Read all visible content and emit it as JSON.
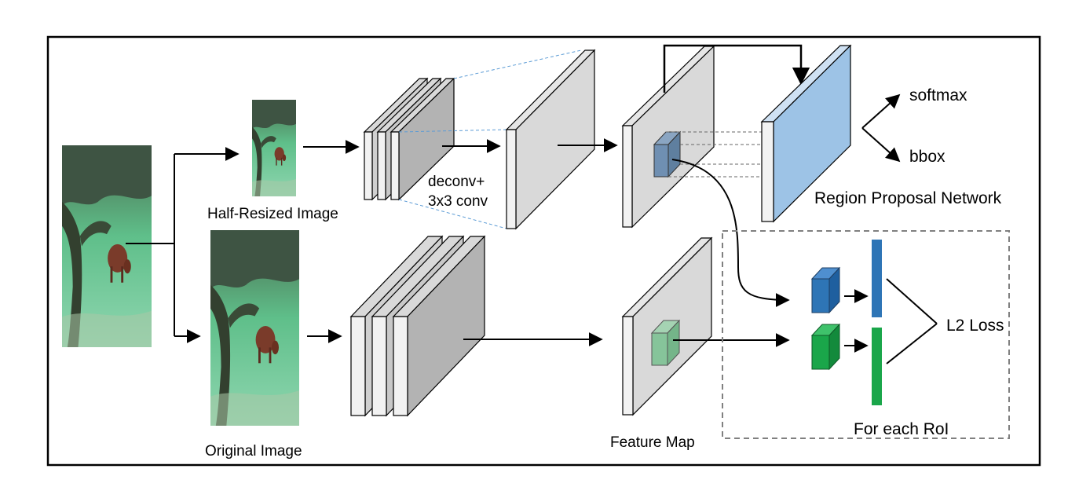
{
  "labels": {
    "half_resized_image": "Half-Resized Image",
    "original_image": "Original Image",
    "deconv_line1": "deconv+",
    "deconv_line2": "3x3 conv",
    "feature_map": "Feature Map",
    "region_proposal_network": "Region Proposal Network",
    "softmax": "softmax",
    "bbox": "bbox",
    "l2_loss": "L2 Loss",
    "for_each_roi": "For each RoI"
  },
  "colors": {
    "layer_front": "#f2f2f2",
    "layer_side": "#d9d9d9",
    "layer_dark": "#b3b3b3",
    "rpn_blue": "#9dc3e6",
    "roi_blue": "#2e75b6",
    "roi_green": "#1aa64a",
    "roi_box_blue": "#6f8fb2",
    "roi_box_green": "#86c49a",
    "dashed_blue": "#5b9bd5",
    "photo_grass": "#6fcf97",
    "photo_tree": "#3b4a3a",
    "photo_cow": "#7a3b2a"
  }
}
